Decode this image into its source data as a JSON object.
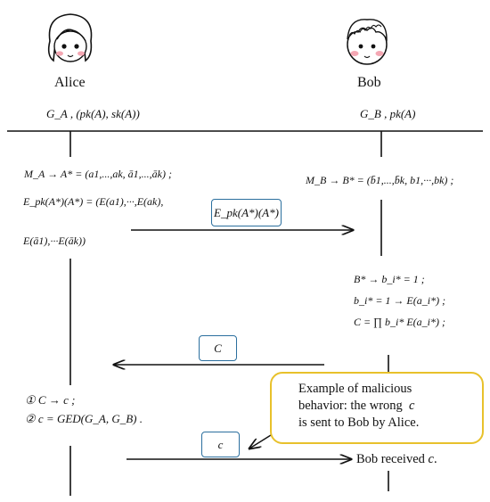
{
  "alice": {
    "name": "Alice",
    "keys": "G_A ,  (pk(A), sk(A))",
    "step1": "M_A → A* = (a1,...,ak, ā1,...,āk) ;",
    "step2a": "E_pk(A*)(A*) = (E(a1),···,E(ak),",
    "step2b": "E(ā1),···E(āk))",
    "step3a": "① C → c ;",
    "step3b": "② c = GED(G_A, G_B) ."
  },
  "bob": {
    "name": "Bob",
    "keys": "G_B ,  pk(A)",
    "step1": "M_B → B* = (b̄1,...,b̄k, b1,···,bk) ;",
    "step2a": "B* → b_i* = 1 ;",
    "step2b": "b_i* = 1 → E(a_i*) ;",
    "step2c": "C = ∏ b_i* E(a_i*) ;",
    "received": "Bob received",
    "received_var": "c"
  },
  "messages": {
    "m1": "E_pk(A*)(A*)",
    "m2": "C",
    "m3": "c"
  },
  "callout": {
    "line1": "Example of malicious",
    "line2": "behavior: the wrong",
    "line2_var": "c",
    "line3": "is sent to Bob by Alice."
  }
}
